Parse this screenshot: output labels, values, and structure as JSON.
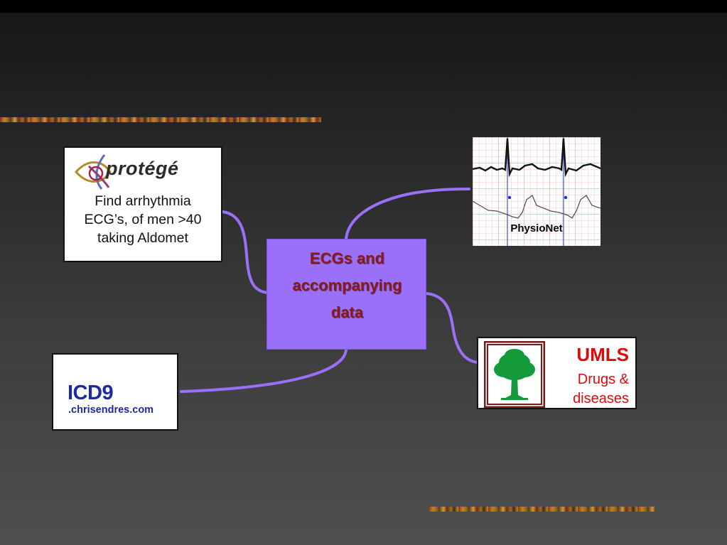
{
  "center": {
    "line1": "ECGs and",
    "line2": "accompanying",
    "line3": "data"
  },
  "protege": {
    "logo_text": "protégé",
    "caption_line1": "Find arrhythmia",
    "caption_line2": "ECG’s, of men >40",
    "caption_line3": "taking Aldomet"
  },
  "icd": {
    "title": "ICD9",
    "subtitle": ".chrisendres.com"
  },
  "physionet": {
    "label": "PhysioNet"
  },
  "umls": {
    "title": "UMLS",
    "subtitle_line1": "Drugs &",
    "subtitle_line2": "diseases"
  },
  "colors": {
    "connector": "#9a70f8",
    "center_fill": "#9a70f8",
    "center_text": "#8b1a10",
    "umls_red": "#e0080a",
    "icd_blue": "#1d2a9e"
  },
  "icons": {
    "protege_logo": "protege-logo-icon",
    "ecg_trace": "ecg-trace-icon",
    "umls_tree": "tree-icon"
  }
}
